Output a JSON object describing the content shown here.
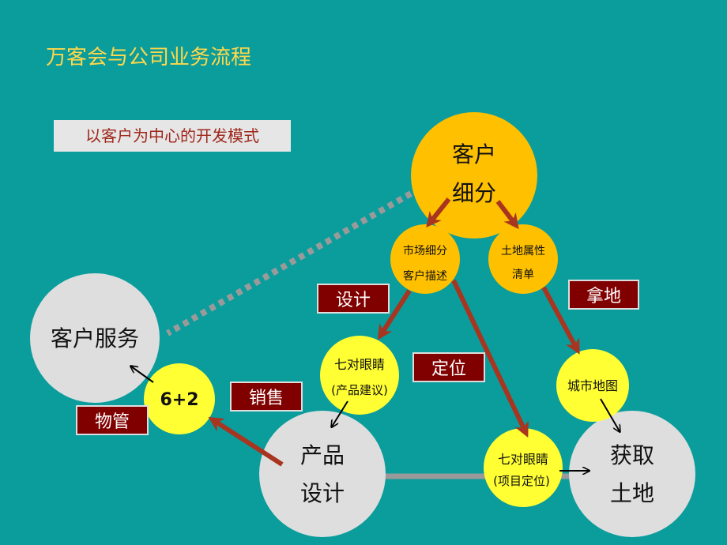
{
  "slide": {
    "title": "万客会与公司业务流程",
    "mode_label": "以客户为中心的开发模式"
  },
  "nodes": {
    "customer_segment": [
      "客户",
      "细分"
    ],
    "market_segment": [
      "市场细分",
      "客户描述"
    ],
    "land_attributes": [
      "土地属性",
      "清单"
    ],
    "seven_eyes_product": [
      "七对眼睛",
      "(产品建议)"
    ],
    "city_map": [
      "城市地图"
    ],
    "seven_eyes_project": [
      "七对眼睛",
      "(项目定位)"
    ],
    "product_design": [
      "产品",
      "设计"
    ],
    "acquire_land": [
      "获取",
      "土地"
    ],
    "customer_service": [
      "客户服务"
    ],
    "six_plus_two": [
      "6+2"
    ]
  },
  "tags": {
    "design": "设计",
    "positioning": "定位",
    "land_taking": "拿地",
    "sales": "销售",
    "property_mgmt": "物管"
  },
  "colors": {
    "background": "#0b9c9c",
    "title": "#ffd84a",
    "orange_node": "#ffc000",
    "yellow_node": "#ffff33",
    "gray_node": "#dedede",
    "tag_fill": "#800000",
    "arrow": "#a8351f",
    "connector": "#999999"
  }
}
